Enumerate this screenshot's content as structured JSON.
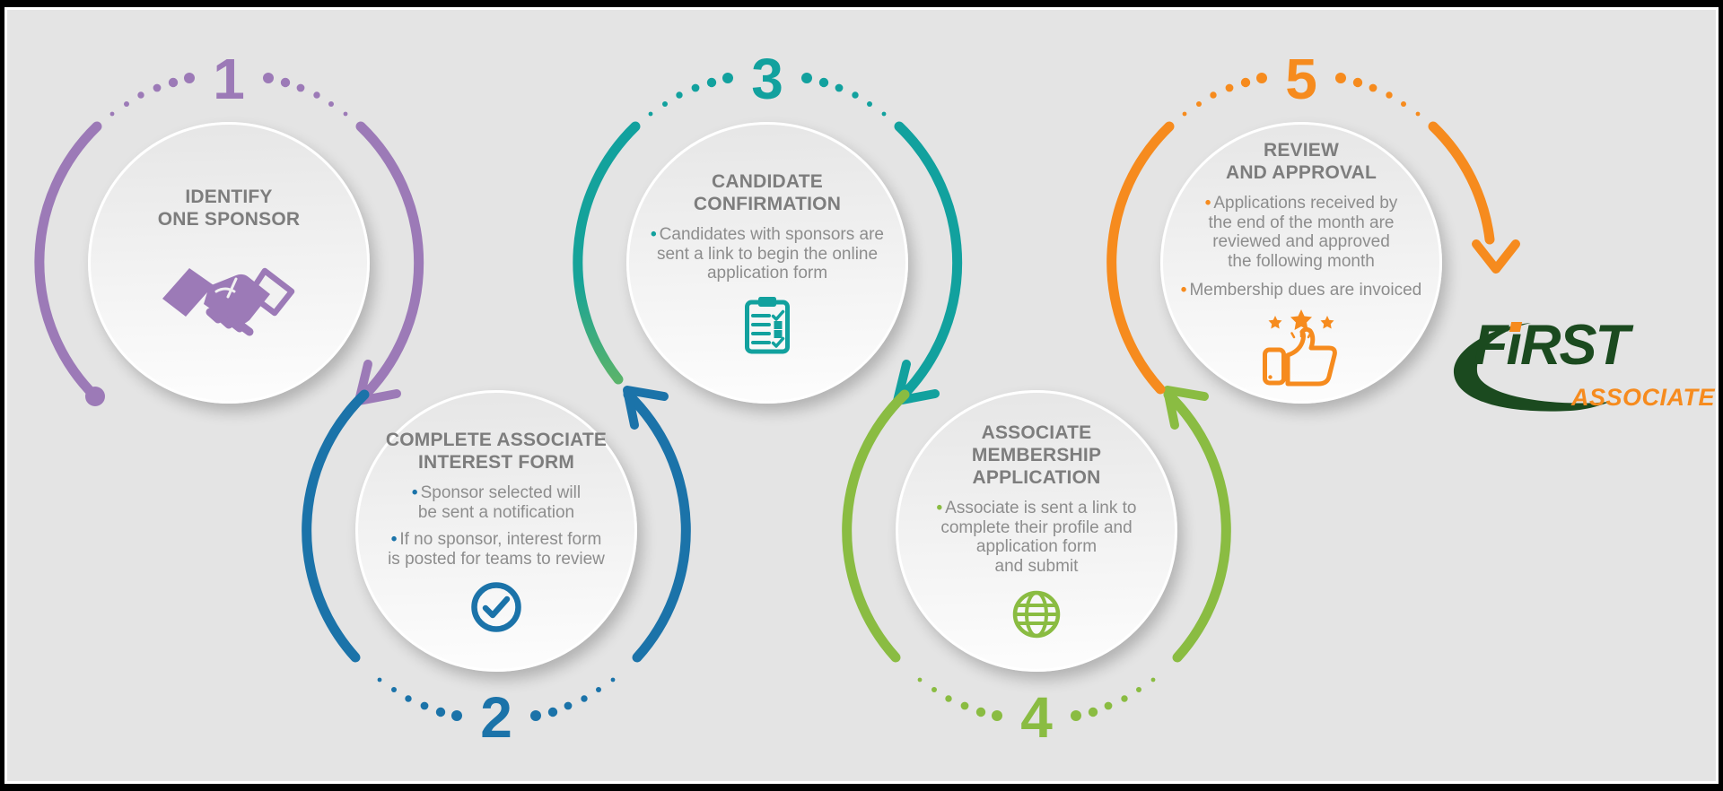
{
  "frame": {
    "background": "#e4e4e4",
    "outer_border": "#000000",
    "inner_border": "#ffffff"
  },
  "bullet_marker": "•",
  "steps": [
    {
      "number": "1",
      "color": "#9c7ab7",
      "title": "IDENTIFY\nONE SPONSOR",
      "bullets": [],
      "icon": "handshake-icon"
    },
    {
      "number": "2",
      "color": "#1b73a9",
      "title": "COMPLETE ASSOCIATE\nINTEREST FORM",
      "bullets": [
        "Sponsor selected will\nbe sent a notification",
        "If no sponsor, interest form\nis posted for teams to review"
      ],
      "icon": "check-circle-icon"
    },
    {
      "number": "3",
      "color": "#12a19e",
      "title": "CANDIDATE\nCONFIRMATION",
      "bullets": [
        "Candidates with sponsors are\nsent a link to begin the online\napplication form"
      ],
      "icon": "clipboard-checklist-icon"
    },
    {
      "number": "4",
      "color": "#8abc42",
      "title": "ASSOCIATE\nMEMBERSHIP\nAPPLICATION",
      "bullets": [
        "Associate is sent a link to\ncomplete their profile and\napplication form\nand submit"
      ],
      "icon": "globe-icon"
    },
    {
      "number": "5",
      "color": "#f68b1e",
      "title": "REVIEW\nAND APPROVAL",
      "bullets": [
        "Applications received by\nthe end of the month are\nreviewed and approved\nthe following month",
        "Membership dues are invoiced"
      ],
      "icon": "thumbs-up-stars-icon"
    }
  ],
  "logo": {
    "brand": "FIRST",
    "brand_parts": [
      "F",
      "ı",
      "RST"
    ],
    "subtitle": "ASSOCIATE",
    "brand_color": "#1b4a1f",
    "accent_color": "#f68b1e"
  }
}
